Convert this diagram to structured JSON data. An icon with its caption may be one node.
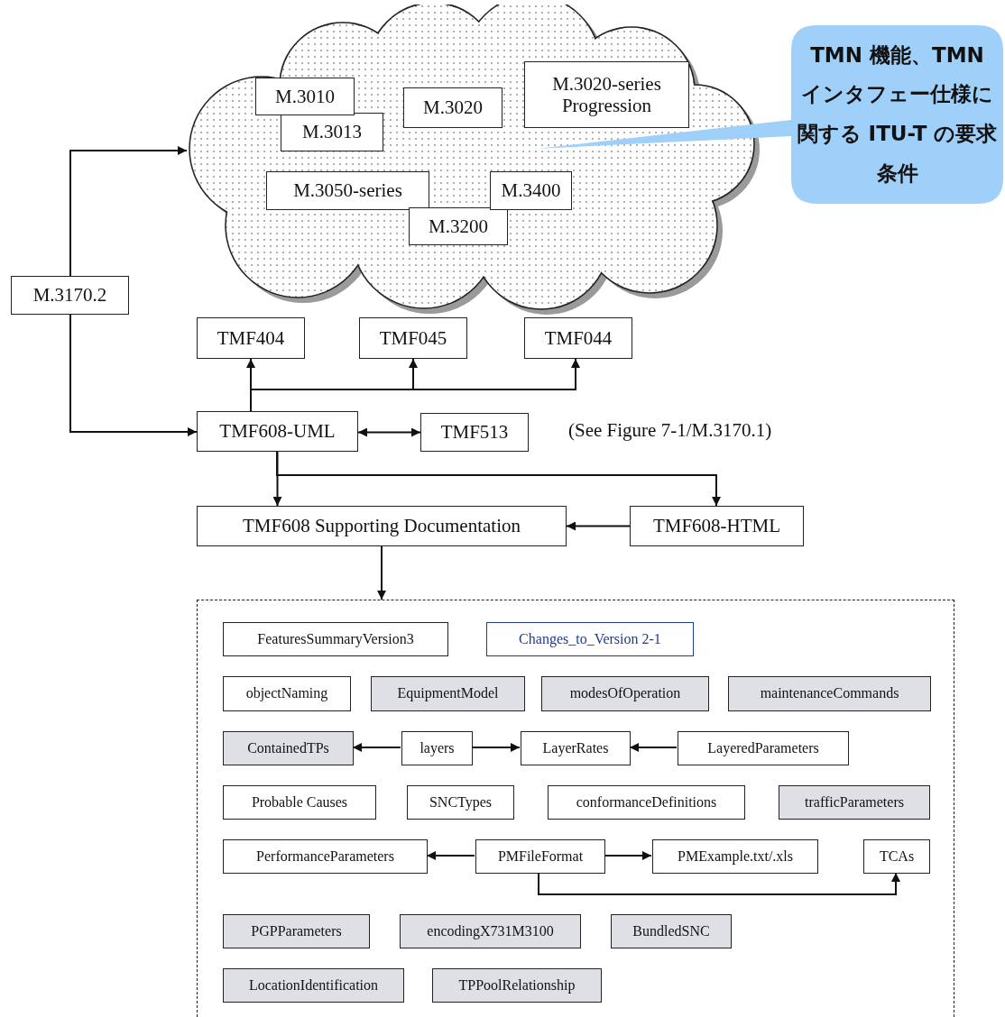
{
  "diagram": {
    "nodes": [
      {
        "text": [],
        "shape": "cloud"
      },
      {
        "text": [
          "M.3010"
        ],
        "in": 0
      },
      {
        "text": [
          "M.3013"
        ],
        "in": 0
      },
      {
        "text": [
          "M.3020"
        ],
        "in": 0
      },
      {
        "text": [
          "M.3020-series Progression"
        ],
        "in": 0
      },
      {
        "text": [
          "M.3050-series"
        ],
        "in": 0
      },
      {
        "text": [
          "M.3400"
        ],
        "in": 0
      },
      {
        "text": [
          "M.3200"
        ],
        "in": 0
      },
      {
        "text": [
          "TMN 機能、TMN インタフェー仕様に関する ITU-T の要求条件"
        ]
      },
      {
        "text": [
          "M.3170.2"
        ]
      },
      {
        "text": [
          "TMF404"
        ]
      },
      {
        "text": [
          "TMF045"
        ]
      },
      {
        "text": [
          "TMF044"
        ]
      },
      {
        "text": [
          "TMF608-UML"
        ]
      },
      {
        "text": [
          "TMF513"
        ]
      },
      {
        "text": [
          "TMF608 Supporting Documentation"
        ]
      },
      {
        "text": [
          "TMF608-HTML"
        ]
      },
      {
        "text": [],
        "shape": "box"
      },
      {
        "text": [
          "FeaturesSummaryVersion3"
        ],
        "in": 17
      },
      {
        "text": [
          "Changes_to_Version 2-1"
        ],
        "in": 17
      },
      {
        "text": [
          "objectNaming"
        ],
        "in": 17
      },
      {
        "text": [
          "EquipmentModel"
        ],
        "in": 17
      },
      {
        "text": [
          "modesOfOperation"
        ],
        "in": 17
      },
      {
        "text": [
          "maintenanceCommands"
        ],
        "in": 17
      },
      {
        "text": [
          "ContainedTPs"
        ],
        "in": 17
      },
      {
        "text": [
          "layers"
        ],
        "in": 17
      },
      {
        "text": [
          "LayerRates"
        ],
        "in": 17
      },
      {
        "text": [
          "LayeredParameters"
        ],
        "in": 17
      },
      {
        "text": [
          "Probable Causes"
        ],
        "in": 17
      },
      {
        "text": [
          "SNCTypes"
        ],
        "in": 17
      },
      {
        "text": [
          "conformanceDefinitions"
        ],
        "in": 17
      },
      {
        "text": [
          "trafficParameters"
        ],
        "in": 17
      },
      {
        "text": [
          "PerformanceParameters"
        ],
        "in": 17
      },
      {
        "text": [
          "PMFileFormat"
        ],
        "in": 17
      },
      {
        "text": [
          "PMExample.txt/.xls"
        ],
        "in": 17
      },
      {
        "text": [
          "TCAs"
        ],
        "in": 17
      },
      {
        "text": [
          "PGPParameters"
        ],
        "in": 17
      },
      {
        "text": [
          "encodingX731M3100"
        ],
        "in": 17
      },
      {
        "text": [
          "BundledSNC"
        ],
        "in": 17
      },
      {
        "text": [
          "LocationIdentification"
        ],
        "in": 17
      },
      {
        "text": [
          "TPPoolRelationship"
        ],
        "in": 17
      }
    ],
    "edges": [
      {
        "from": 9,
        "to": 0,
        "arrow": "to"
      },
      {
        "from": 9,
        "to": 13,
        "arrow": "to"
      },
      {
        "from": 13,
        "to": 10,
        "arrow": "to"
      },
      {
        "from": 13,
        "to": 11,
        "arrow": "to"
      },
      {
        "from": 13,
        "to": 12,
        "arrow": "to"
      },
      {
        "from": 13,
        "to": 14,
        "arrow": "both"
      },
      {
        "from": 13,
        "to": 15,
        "arrow": "to"
      },
      {
        "from": 13,
        "to": 16,
        "arrow": "to"
      },
      {
        "from": 16,
        "to": 15,
        "arrow": "to"
      },
      {
        "from": 15,
        "to": 17,
        "arrow": "to"
      },
      {
        "from": 25,
        "to": 24,
        "arrow": "to"
      },
      {
        "from": 25,
        "to": 26,
        "arrow": "to"
      },
      {
        "from": 27,
        "to": 26,
        "arrow": "to"
      },
      {
        "from": 33,
        "to": 32,
        "arrow": "to"
      },
      {
        "from": 33,
        "to": 34,
        "arrow": "to"
      },
      {
        "from": 33,
        "to": 35,
        "arrow": "to"
      }
    ],
    "labels": [
      "(See Figure 7-1/M.3170.1)"
    ]
  }
}
